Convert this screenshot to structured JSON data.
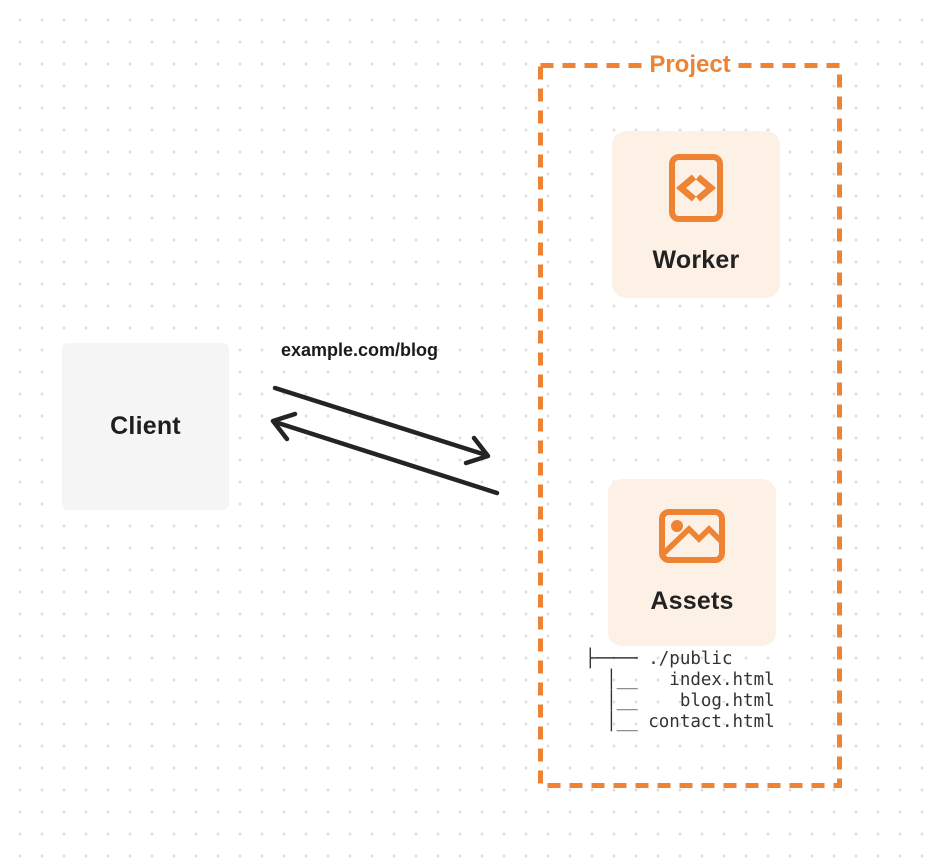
{
  "diagram": {
    "client": {
      "label": "Client"
    },
    "request": {
      "label": "example.com/blog"
    },
    "project": {
      "label": "Project",
      "worker": {
        "label": "Worker",
        "icon": "code-document-icon"
      },
      "assets": {
        "label": "Assets",
        "icon": "image-icon",
        "tree_text": "├──── ./public\n  │__   index.html\n  │__    blog.html\n  │__ contact.html"
      }
    },
    "colors": {
      "accent_orange": "#ed8333",
      "card_background": "#fcf1e4",
      "client_background": "#f5f5f6",
      "arrow": "#242424",
      "text_dark": "#1e1e1e",
      "dot_grid": "#dfdfdf"
    }
  }
}
